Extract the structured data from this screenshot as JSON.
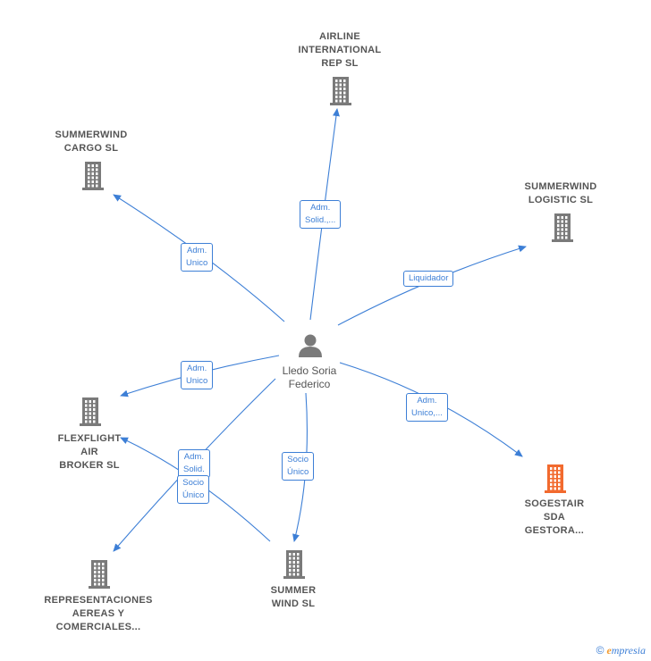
{
  "colors": {
    "edge": "#3d7fd6",
    "company_icon": "#7a7a7a",
    "company_icon_highlight": "#f26a2e",
    "person_icon": "#7a7a7a",
    "text": "#555555"
  },
  "person": {
    "name_lines": [
      "Lledo Soria",
      "Federico"
    ],
    "icon": "person-icon"
  },
  "companies": [
    {
      "id": "airline",
      "name_lines": [
        "AIRLINE",
        "INTERNATIONAL",
        "REP SL"
      ],
      "highlight": false,
      "icon": "building-icon"
    },
    {
      "id": "cargo",
      "name_lines": [
        "SUMMERWIND",
        "CARGO  SL"
      ],
      "highlight": false,
      "icon": "building-icon"
    },
    {
      "id": "logistic",
      "name_lines": [
        "SUMMERWIND",
        "LOGISTIC  SL"
      ],
      "highlight": false,
      "icon": "building-icon"
    },
    {
      "id": "flexflight",
      "name_lines": [
        "FLEXFLIGHT",
        "AIR",
        "BROKER  SL"
      ],
      "highlight": false,
      "icon": "building-icon"
    },
    {
      "id": "sogestair",
      "name_lines": [
        "SOGESTAIR",
        "SDA",
        "GESTORA..."
      ],
      "highlight": true,
      "icon": "building-icon"
    },
    {
      "id": "representaciones",
      "name_lines": [
        "REPRESENTACIONES",
        "AEREAS Y",
        "COMERCIALES..."
      ],
      "highlight": false,
      "icon": "building-icon"
    },
    {
      "id": "summerwind",
      "name_lines": [
        "SUMMER",
        "WIND SL"
      ],
      "highlight": false,
      "icon": "building-icon"
    }
  ],
  "relations": [
    {
      "target": "airline",
      "label_lines": [
        "Adm.",
        "Solid.,..."
      ]
    },
    {
      "target": "cargo",
      "label_lines": [
        "Adm.",
        "Unico"
      ]
    },
    {
      "target": "logistic",
      "label_lines": [
        "Liquidador"
      ]
    },
    {
      "target": "flexflight",
      "label_lines": [
        "Adm.",
        "Unico"
      ]
    },
    {
      "target": "sogestair",
      "label_lines": [
        "Adm.",
        "Unico,..."
      ]
    },
    {
      "target": "representaciones",
      "label_lines": [
        "Adm.",
        "Solid."
      ]
    },
    {
      "target": "summerwind",
      "label_lines": [
        "Socio",
        "Único"
      ]
    },
    {
      "target": "flexflight",
      "label_lines": [
        "Socio",
        "Único"
      ],
      "via": "summerwind"
    }
  ],
  "footer": {
    "copyright": "©",
    "brand_initial": "e",
    "brand_rest": "mpresia"
  }
}
